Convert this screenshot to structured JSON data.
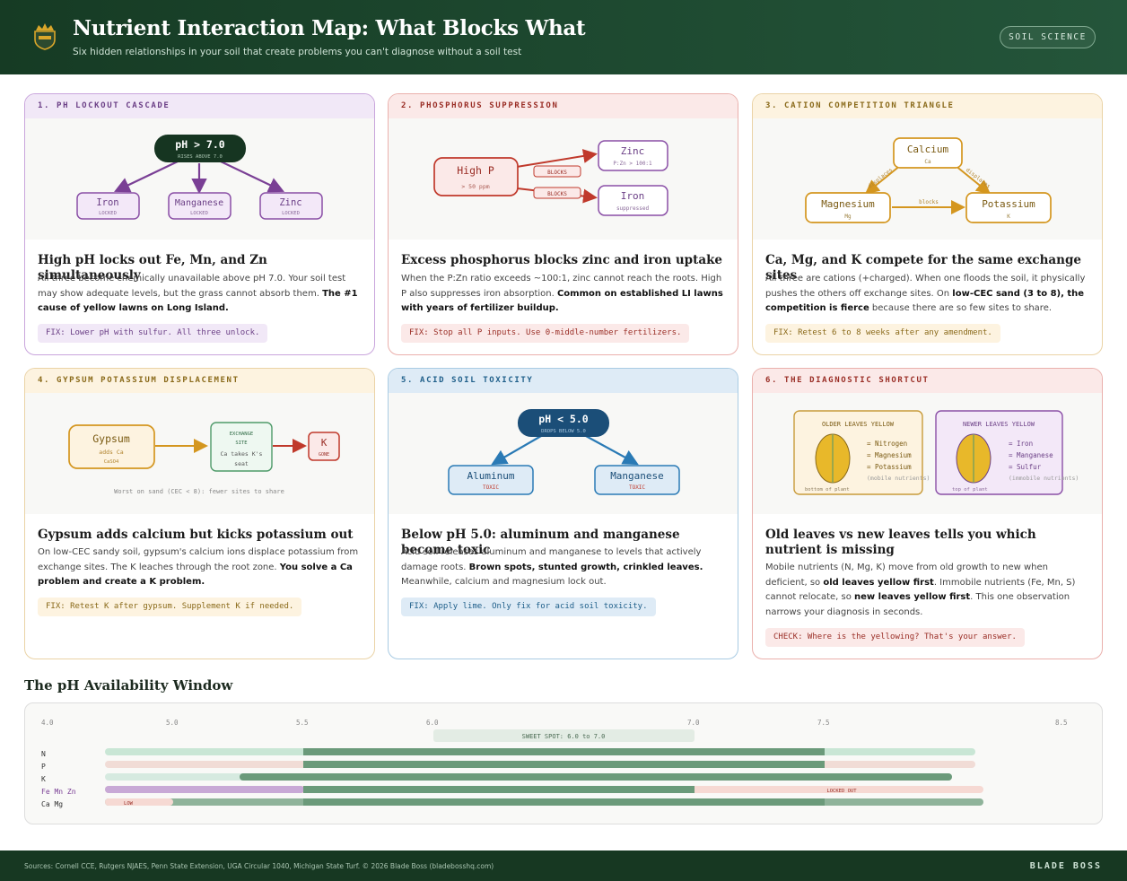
{
  "header": {
    "title": "Nutrient Interaction Map: What Blocks What",
    "subtitle": "Six hidden relationships in your soil that create problems you can't diagnose without a soil test",
    "badge": "SOIL SCIENCE",
    "logo_icon": "crown-shield-icon"
  },
  "cards": [
    {
      "header": "1. PH LOCKOUT CASCADE",
      "title": "High pH locks out Fe, Mn, and Zn simultaneously",
      "body": [
        "All three become chemically unavailable above pH 7.0. Your soil test may show adequate levels, but the grass cannot absorb them. ",
        "The #1 cause of yellow lawns on Long Island."
      ],
      "fix": "FIX: Lower pH with sulfur. All three unlock.",
      "diagram": {
        "top": "pH > 7.0",
        "top_sub": "RISES ABOVE 7.0",
        "nodes": [
          {
            "label": "Iron",
            "sub": "LOCKED"
          },
          {
            "label": "Manganese",
            "sub": "LOCKED"
          },
          {
            "label": "Zinc",
            "sub": "LOCKED"
          }
        ]
      }
    },
    {
      "header": "2. PHOSPHORUS SUPPRESSION",
      "title": "Excess phosphorus blocks zinc and iron uptake",
      "body": [
        "When the P:Zn ratio exceeds ~100:1, zinc cannot reach the roots. High P also suppresses iron absorption. ",
        "Common on established LI lawns with years of fertilizer buildup."
      ],
      "fix": "FIX: Stop all P inputs. Use 0-middle-number fertilizers.",
      "diagram": {
        "source": "High P",
        "source_sub": "> 50 ppm",
        "edge": "BLOCKS",
        "targets": [
          {
            "label": "Zinc",
            "sub": "P:Zn > 100:1"
          },
          {
            "label": "Iron",
            "sub": "suppressed"
          }
        ]
      }
    },
    {
      "header": "3. CATION COMPETITION TRIANGLE",
      "title": "Ca, Mg, and K compete for the same exchange sites",
      "body": [
        "All three are cations (+charged). When one floods the soil, it physically pushes the others off exchange sites. On ",
        "low-CEC sand (3 to 8), the competition is fierce",
        " because there are so few sites to share."
      ],
      "fix": "FIX: Retest 6 to 8 weeks after any amendment.",
      "diagram": {
        "top": "Calcium",
        "top_sub": "Ca",
        "left": "Magnesium",
        "left_sub": "Mg",
        "right": "Potassium",
        "right_sub": "K",
        "edge_left": "displaces",
        "edge_right": "displaces",
        "edge_bottom": "blocks"
      }
    },
    {
      "header": "4. GYPSUM POTASSIUM DISPLACEMENT",
      "title": "Gypsum adds calcium but kicks potassium out",
      "body": [
        "On low-CEC sandy soil, gypsum's calcium ions displace potassium from exchange sites. The K leaches through the root zone. ",
        "You solve a Ca problem and create a K problem."
      ],
      "fix": "FIX: Retest K after gypsum. Supplement K if needed.",
      "diagram": {
        "source": "Gypsum",
        "source_sub1": "adds Ca",
        "source_sub2": "CaSO4",
        "mid1": "EXCHANGE",
        "mid2": "SITE",
        "mid3": "Ca takes K's",
        "mid4": "seat",
        "end": "K",
        "end_sub": "GONE",
        "note": "Worst on sand (CEC < 8): fewer sites to share"
      }
    },
    {
      "header": "5. ACID SOIL TOXICITY",
      "title": "Below pH 5.0: aluminum and manganese become toxic",
      "body": [
        "Acid soil releases aluminum and manganese to levels that actively damage roots. ",
        "Brown spots, stunted growth, crinkled leaves.",
        " Meanwhile, calcium and magnesium lock out."
      ],
      "fix": "FIX: Apply lime. Only fix for acid soil toxicity.",
      "diagram": {
        "top": "pH < 5.0",
        "top_sub": "DROPS BELOW 5.0",
        "nodes": [
          {
            "label": "Aluminum",
            "sub": "TOXIC"
          },
          {
            "label": "Manganese",
            "sub": "TOXIC"
          }
        ]
      }
    },
    {
      "header": "6. THE DIAGNOSTIC SHORTCUT",
      "title": "Old leaves vs new leaves tells you which nutrient is missing",
      "body": [
        "Mobile nutrients (N, Mg, K) move from old growth to new when deficient, so ",
        "old leaves yellow first",
        ". Immobile nutrients (Fe, Mn, S) cannot relocate, so ",
        "new leaves yellow first",
        ". This one observation narrows your diagnosis in seconds."
      ],
      "fix": "CHECK: Where is the yellowing? That's your answer.",
      "diagram": {
        "old": {
          "title": "OLDER LEAVES YELLOW",
          "items": [
            "= Nitrogen",
            "= Magnesium",
            "= Potassium"
          ],
          "note": "(mobile nutrients)",
          "foot": "bottom of plant"
        },
        "new": {
          "title": "NEWER LEAVES YELLOW",
          "items": [
            "= Iron",
            "= Manganese",
            "= Sulfur"
          ],
          "note": "(immobile nutrients)",
          "foot": "top of plant"
        }
      }
    }
  ],
  "ph_window": {
    "title": "The pH Availability Window",
    "ticks": [
      "4.0",
      "5.0",
      "5.5",
      "6.0",
      "7.0",
      "7.5",
      "8.5"
    ],
    "sweet": "SWEET SPOT: 6.0 to 7.0",
    "rows": [
      {
        "label": "N"
      },
      {
        "label": "P"
      },
      {
        "label": "K"
      },
      {
        "label": "Fe Mn Zn",
        "tag": "LOCKED OUT"
      },
      {
        "label": "Ca Mg",
        "tag": "LOW"
      }
    ]
  },
  "footer": {
    "sources": "Sources: Cornell CCE, Rutgers NJAES, Penn State Extension, UGA Circular 1040, Michigan State Turf. © 2026 Blade Boss (bladebosshq.com)",
    "brand": "BLADE BOSS"
  }
}
